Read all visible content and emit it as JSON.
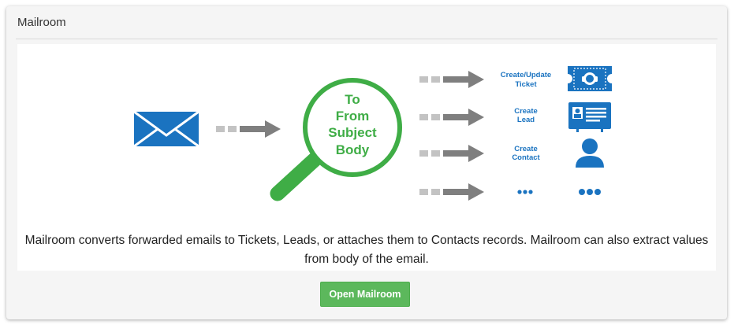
{
  "panel": {
    "title": "Mailroom",
    "description": "Mailroom converts forwarded emails to Tickets, Leads, or attaches them to Contacts records. Mailroom can also extract values from body of the email.",
    "button_label": "Open Mailroom"
  },
  "diagram": {
    "lens_lines": [
      "To",
      "From",
      "Subject",
      "Body"
    ],
    "outputs": [
      {
        "label_lines": [
          "Create/Update",
          "Ticket"
        ],
        "icon": "ticket-support-icon"
      },
      {
        "label_lines": [
          "Create",
          "Lead"
        ],
        "icon": "id-card-icon"
      },
      {
        "label_lines": [
          "Create",
          "Contact"
        ],
        "icon": "person-icon"
      },
      {
        "label_lines": [
          "..."
        ],
        "icon": "more-icon"
      }
    ]
  },
  "colors": {
    "brand_blue": "#1a73c0",
    "lens_green": "#3fad46",
    "arrow_gray": "#7f7f7f",
    "button_green": "#5cb85c"
  }
}
